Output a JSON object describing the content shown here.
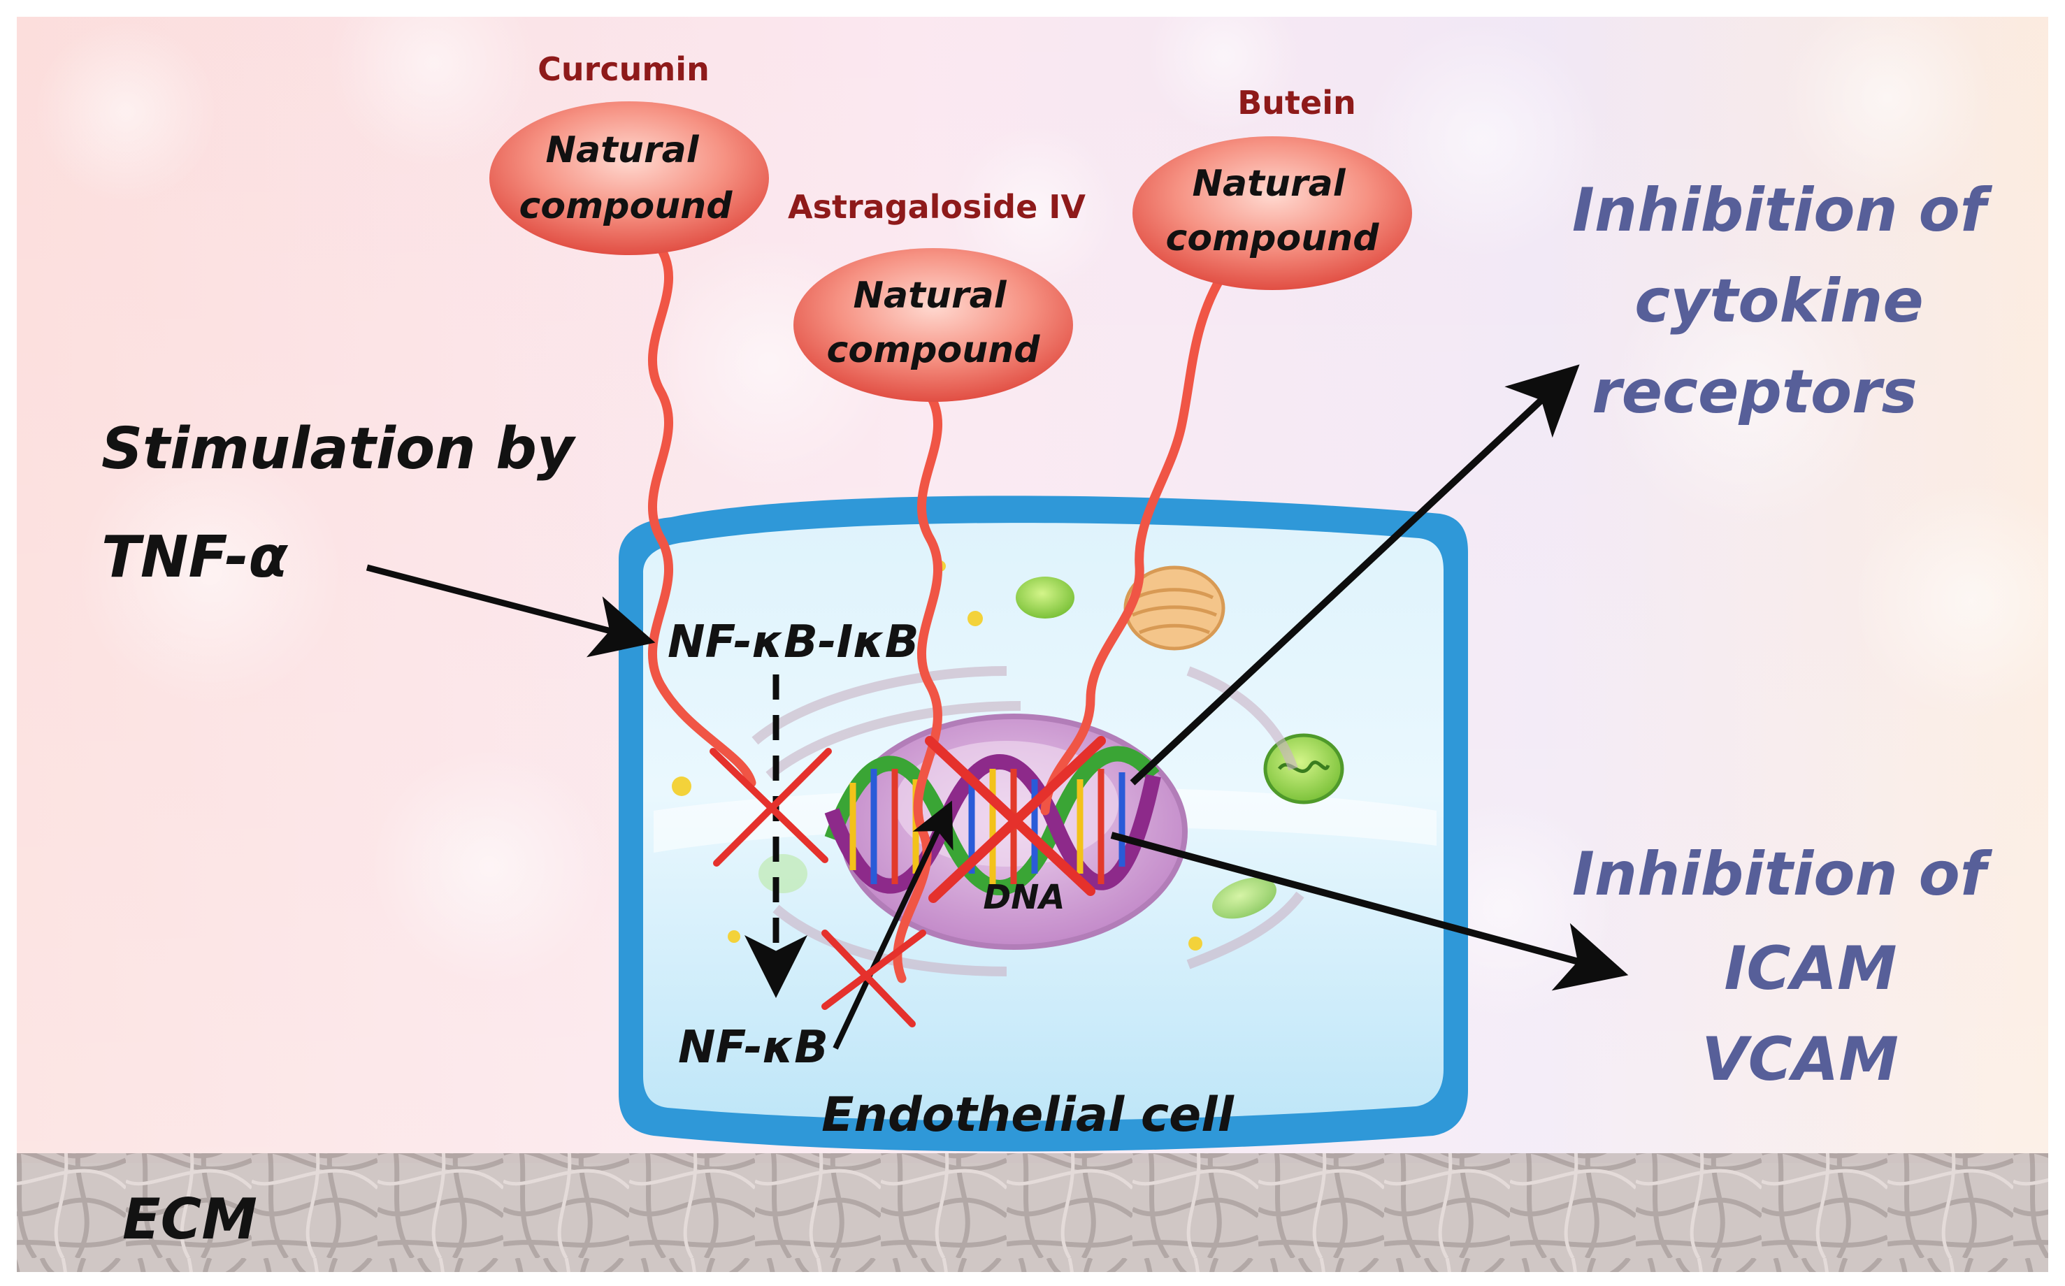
{
  "diagram": {
    "stimulus": {
      "line1": "Stimulation by",
      "line2": "TNF-α"
    },
    "compounds": [
      {
        "name": "Curcumin",
        "line1": "Natural",
        "line2": "compound"
      },
      {
        "name": "Astragaloside IV",
        "line1": "Natural",
        "line2": "compound"
      },
      {
        "name": "Butein",
        "line1": "Natural",
        "line2": "compound"
      }
    ],
    "cell": {
      "complex": "NF-κB-IκB",
      "free_factor": "NF-κB",
      "dna": "DNA",
      "caption": "Endothelial cell"
    },
    "outcomes": {
      "cytokine": {
        "line1": "Inhibition of",
        "line2": "cytokine",
        "line3": "receptors"
      },
      "adhesion": {
        "line1": "Inhibition of",
        "line2": "ICAM",
        "line3": "VCAM"
      }
    },
    "ecm_label": "ECM",
    "colors": {
      "compound_text": "#8e1a1a",
      "outcome_text": "#575f99",
      "strand": "#f05545",
      "inhibition_cross": "#e5312c",
      "cell_border": "#2f98d8"
    }
  }
}
